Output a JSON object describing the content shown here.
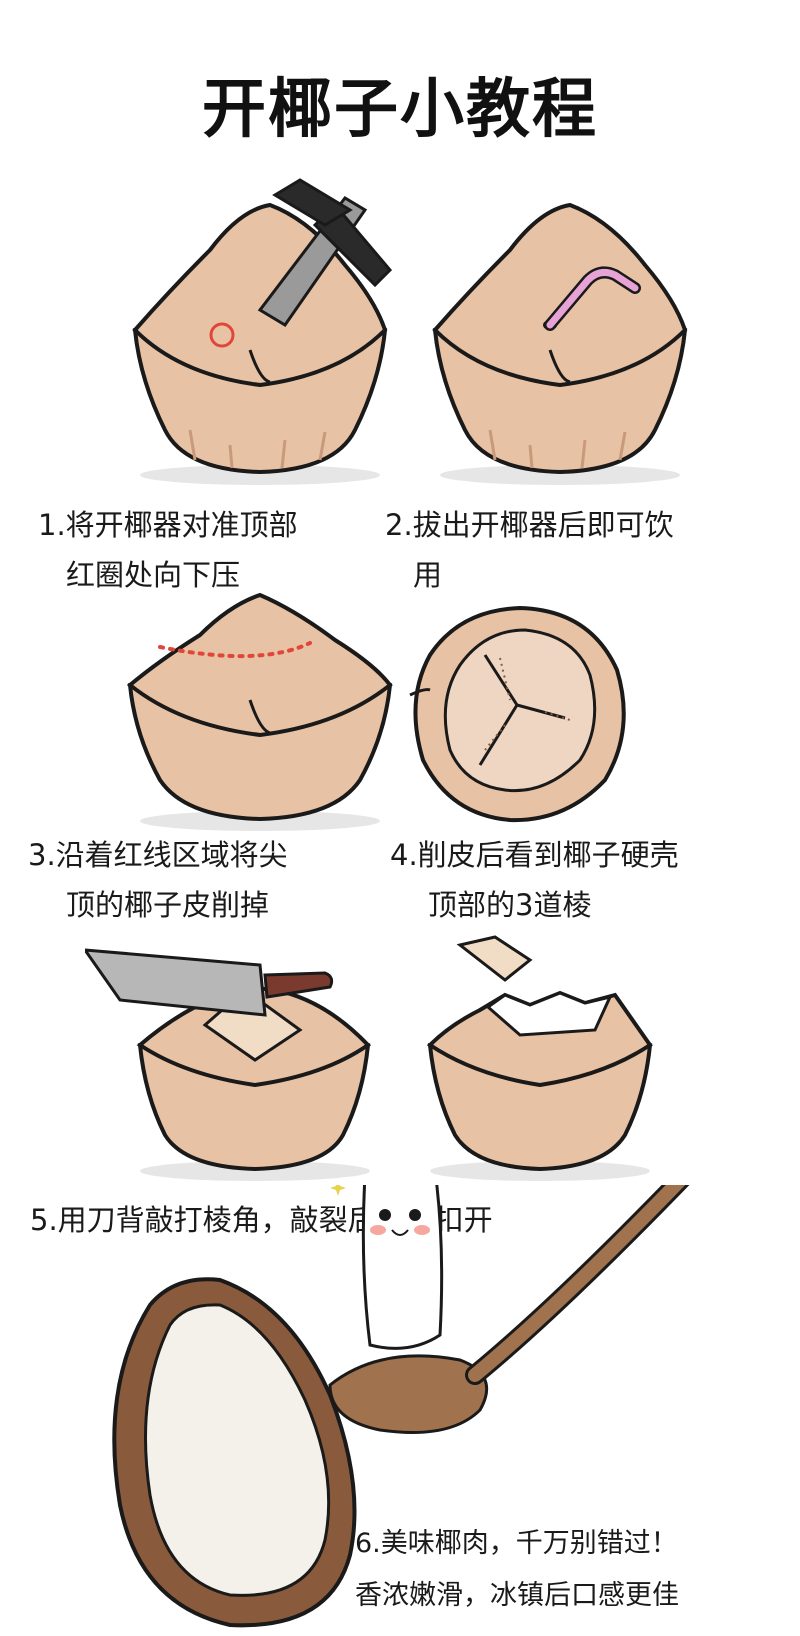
{
  "title": "开椰子小教程",
  "steps": [
    {
      "lines": [
        "1.将开椰器对准顶部",
        "红圈处向下压"
      ]
    },
    {
      "lines": [
        "2.拔出开椰器后即可饮",
        "用"
      ]
    },
    {
      "lines": [
        "3.沿着红线区域将尖",
        "顶的椰子皮削掉"
      ]
    },
    {
      "lines": [
        "4.削皮后看到椰子硬壳",
        "顶部的3道棱"
      ]
    },
    {
      "lines": [
        "5.用刀背敲打棱角，敲裂后将壳扣开"
      ]
    },
    {
      "lines": [
        "6.美味椰肉，千万别错过！",
        "香浓嫩滑，冰镇后口感更佳"
      ]
    }
  ],
  "colors": {
    "husk": "#E8C2A4",
    "husk_shadow": "#D9A888",
    "outline": "#1A1A1A",
    "red_mark": "#E0463A",
    "straw": "#E7A3D6",
    "shell_brown": "#8A5A3C",
    "flesh": "#F4F0EA",
    "spoon": "#A0724D",
    "knife_blade": "#B7B7B7",
    "knife_handle": "#7A3B2E"
  },
  "icons": [
    "opener-tool-icon",
    "straw-icon",
    "knife-icon",
    "spoon-icon",
    "sparkle-icon"
  ]
}
